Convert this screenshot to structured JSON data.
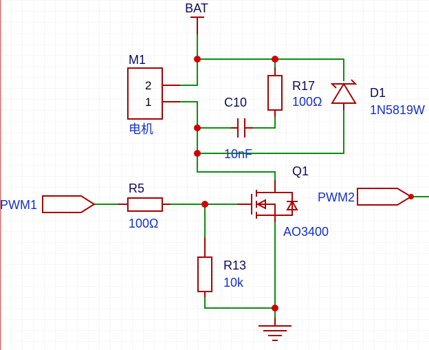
{
  "power": {
    "bat": "BAT"
  },
  "nets": {
    "pwm1": "PWM1",
    "pwm2": "PWM2"
  },
  "m1": {
    "designator": "M1",
    "pin2": "2",
    "pin1": "1",
    "name": "电机"
  },
  "c10": {
    "designator": "C10",
    "value": "10nF"
  },
  "r17": {
    "designator": "R17",
    "value": "100Ω"
  },
  "d1": {
    "designator": "D1",
    "value": "1N5819W"
  },
  "r5": {
    "designator": "R5",
    "value": "100Ω"
  },
  "r13": {
    "designator": "R13",
    "value": "10k"
  },
  "q1": {
    "designator": "Q1",
    "value": "AO3400"
  },
  "colors": {
    "wire": "#0a8f0a",
    "symbol": "#a80000",
    "junction": "#d10000",
    "designator": "#0b0b5c",
    "value": "#1430d0",
    "grid": "#e6e6e6"
  }
}
